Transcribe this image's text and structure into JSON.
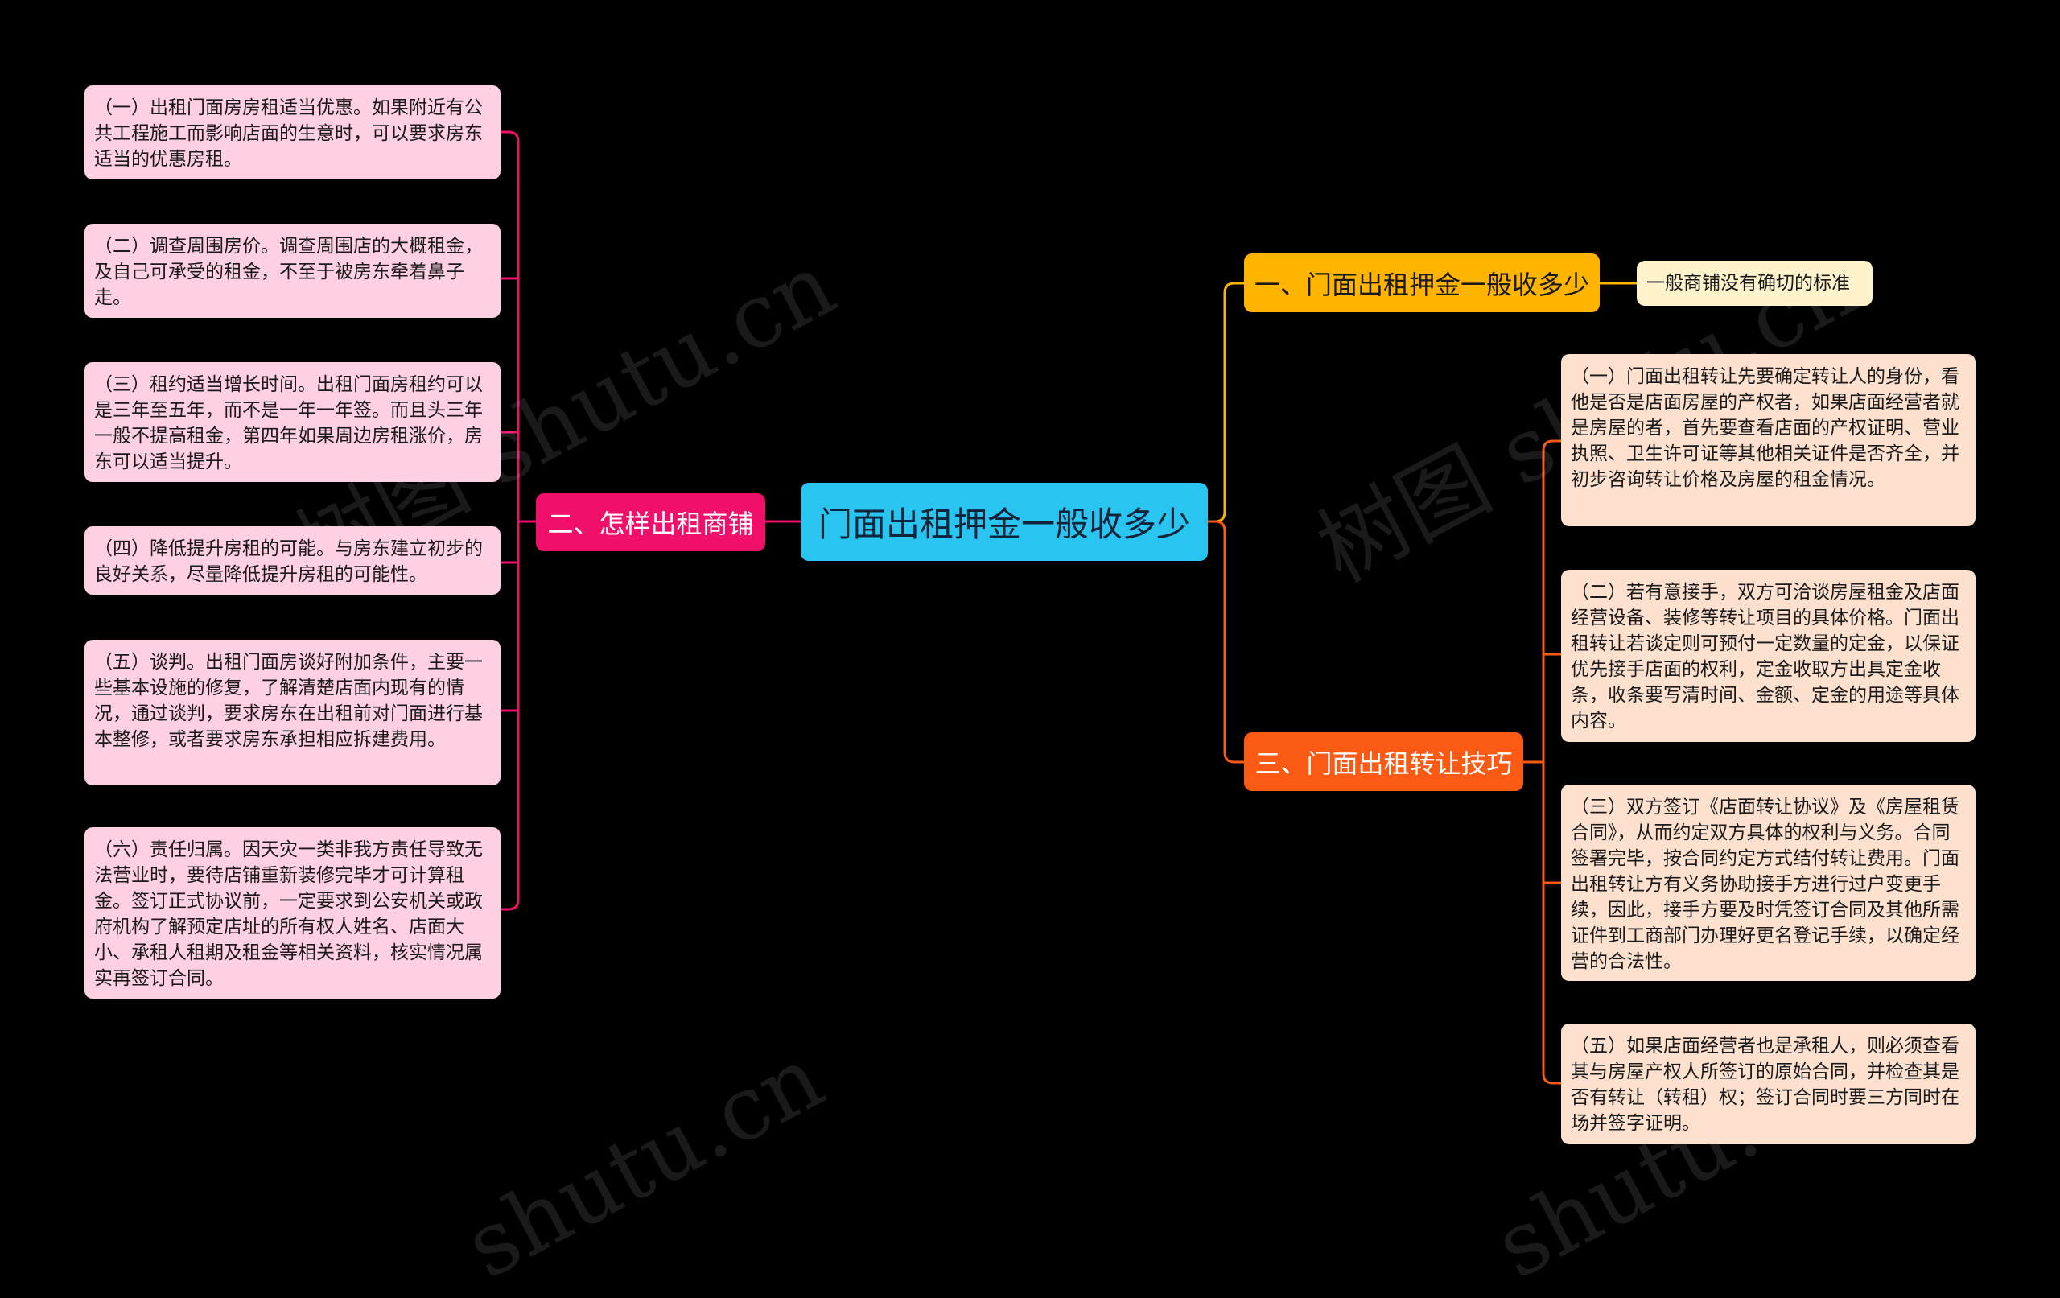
{
  "root": {
    "label": "门面出租押金一般收多少",
    "color": "#29c4f0"
  },
  "branches": {
    "one": {
      "label": "一、门面出租押金一般收多少",
      "color": "#ffb400",
      "leaves": [
        "一般商铺没有确切的标准"
      ]
    },
    "two": {
      "label": "二、怎样出租商铺",
      "color": "#f0106a",
      "leaves": [
        "（一）出租门面房房租适当优惠。如果附近有公共工程施工而影响店面的生意时，可以要求房东适当的优惠房租。",
        "（二）调查周围房价。调查周围店的大概租金，及自己可承受的租金，不至于被房东牵着鼻子走。",
        "（三）租约适当增长时间。出租门面房租约可以是三年至五年，而不是一年一年签。而且头三年一般不提高租金，第四年如果周边房租涨价，房东可以适当提升。",
        "（四）降低提升房租的可能。与房东建立初步的良好关系，尽量降低提升房租的可能性。",
        "（五）谈判。出租门面房谈好附加条件，主要一些基本设施的修复，了解清楚店面内现有的情况，通过谈判，要求房东在出租前对门面进行基本整修，或者要求房东承担相应拆建费用。",
        "（六）责任归属。因天灾一类非我方责任导致无法营业时，要待店铺重新装修完毕才可计算租金。签订正式协议前，一定要求到公安机关或政府机构了解预定店址的所有权人姓名、店面大小、承租人租期及租金等相关资料，核实情况属实再签订合同。"
      ]
    },
    "three": {
      "label": "三、门面出租转让技巧",
      "color": "#fa5a14",
      "leaves": [
        "（一）门面出租转让先要确定转让人的身份，看他是否是店面房屋的产权者，如果店面经营者就是房屋的者，首先要查看店面的产权证明、营业执照、卫生许可证等其他相关证件是否齐全，并初步咨询转让价格及房屋的租金情况。",
        "（二）若有意接手，双方可洽谈房屋租金及店面经营设备、装修等转让项目的具体价格。门面出租转让若谈定则可预付一定数量的定金，以保证优先接手店面的权利，定金收取方出具定金收条，收条要写清时间、金额、定金的用途等具体内容。",
        "（三）双方签订《店面转让协议》及《房屋租赁合同》，从而约定双方具体的权利与义务。合同签署完毕，按合同约定方式结付转让费用。门面出租转让方有义务协助接手方进行过户变更手续，因此，接手方要及时凭签订合同及其他所需证件到工商部门办理好更名登记手续，以确定经营的合法性。",
        "（五）如果店面经营者也是承租人，则必须查看其与房屋产权人所签订的原始合同，并检查其是否有转让（转租）权；签订合同时要三方同时在场并签字证明。"
      ]
    }
  },
  "watermark": [
    "树图 shutu.cn",
    "树图 shutu.cn",
    "shutu.cn",
    "shutu.cn"
  ]
}
